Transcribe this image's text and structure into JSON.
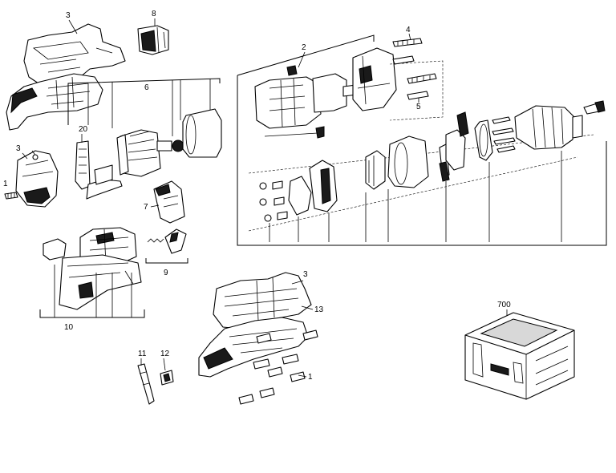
{
  "callouts": {
    "c3_top": "3",
    "c8": "8",
    "c6": "6",
    "c20": "20",
    "c3_left": "3",
    "c1_left": "1",
    "c7": "7",
    "c9": "9",
    "c10": "10",
    "c2": "2",
    "c4": "4",
    "c5": "5",
    "c3_bottom": "3",
    "c13": "13",
    "c1_bottom": "1",
    "c11": "11",
    "c12": "12",
    "c700": "700"
  }
}
